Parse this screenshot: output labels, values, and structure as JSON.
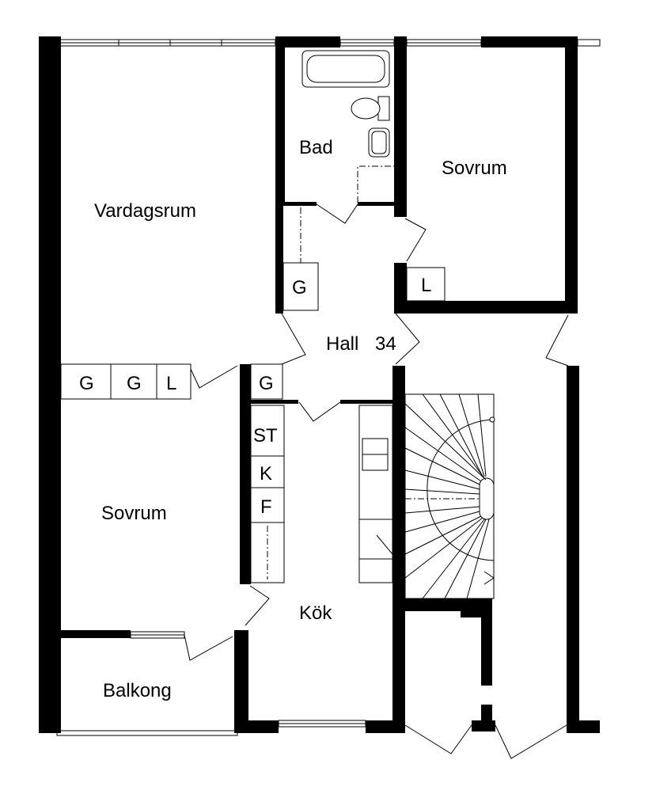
{
  "rooms": {
    "vardagsrum": "Vardagsrum",
    "bad": "Bad",
    "sovrum_right": "Sovrum",
    "hall": "Hall",
    "hall_number": "34",
    "sovrum_left": "Sovrum",
    "kok": "Kök",
    "balkong": "Balkong"
  },
  "closets": {
    "g_hall": "G",
    "l_sovrum": "L",
    "g1": "G",
    "g2": "G",
    "l_row": "L",
    "g_kitchen": "G"
  },
  "kitchen": {
    "st": "ST",
    "k": "K",
    "f": "F"
  }
}
